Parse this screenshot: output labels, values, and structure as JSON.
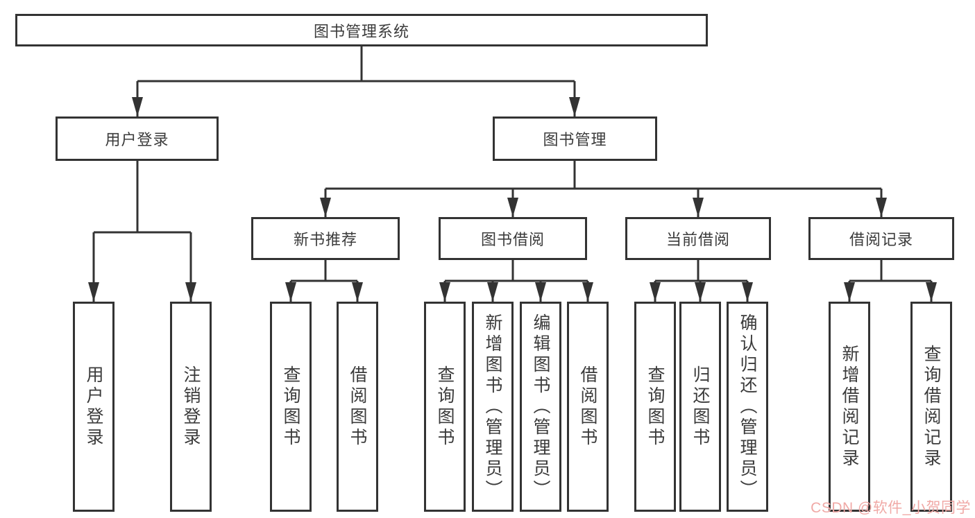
{
  "diagram": {
    "root": "图书管理系统",
    "login": {
      "label": "用户登录",
      "children": [
        "用户登录",
        "注销登录"
      ]
    },
    "management": {
      "label": "图书管理",
      "groups": [
        {
          "label": "新书推荐",
          "children": [
            "查询图书",
            "借阅图书"
          ]
        },
        {
          "label": "图书借阅",
          "children": [
            "查询图书",
            "新增图书（管理员）",
            "编辑图书（管理员）",
            "借阅图书"
          ]
        },
        {
          "label": "当前借阅",
          "children": [
            "查询图书",
            "归还图书",
            "确认归还（管理员）"
          ]
        },
        {
          "label": "借阅记录",
          "children": [
            "新增借阅记录",
            "查询借阅记录"
          ]
        }
      ]
    },
    "colors": {
      "line": "#333333",
      "text": "#3b3b3b",
      "box_background": "#ffffff",
      "watermark": "#f0a9a6"
    }
  },
  "watermark": "CSDN @软件_小贺同学"
}
